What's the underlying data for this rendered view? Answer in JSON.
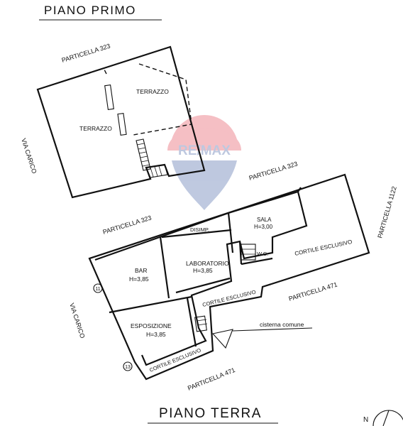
{
  "floors": {
    "upper": "PIANO PRIMO",
    "ground": "PIANO TERRA"
  },
  "upper_floor": {
    "particella_top": "PARTICELLA 323",
    "via": "VIA CARICO",
    "terrazzo_right": "TERRAZZO",
    "terrazzo_left": "TERRAZZO"
  },
  "ground_floor": {
    "particella_323_top": "PARTICELLA 323",
    "particella_323_left": "PARTICELLA 323",
    "particella_1122": "PARTICELLA 1122",
    "particella_471_right": "PARTICELLA 471",
    "particella_471_bottom": "PARTICELLA 471",
    "via": "VIA CARICO",
    "cisterna": "cisterna comune",
    "rooms": {
      "sala_name": "SALA",
      "sala_height": "H=3,00",
      "disimp": "DISIMP.",
      "wc": "W.C.",
      "cortile_right": "CORTILE ESCLUSIVO",
      "laboratorio_name": "LABORATORIO",
      "laboratorio_height": "H=3,85",
      "bar_name": "BAR",
      "bar_height": "H=3,85",
      "cortile_mid": "CORTILE ESCLUSIVO",
      "esposizione_name": "ESPOSIZIONE",
      "esposizione_height": "H=3,85",
      "cortile_bottom": "CORTILE ESCLUSIVO"
    },
    "civic_numbers": [
      "11",
      "13"
    ]
  },
  "compass": {
    "north": "N"
  },
  "watermark": {
    "brand": "RE/MAX",
    "color_red": "#dc1c2e",
    "color_blue": "#1a3d8f"
  }
}
